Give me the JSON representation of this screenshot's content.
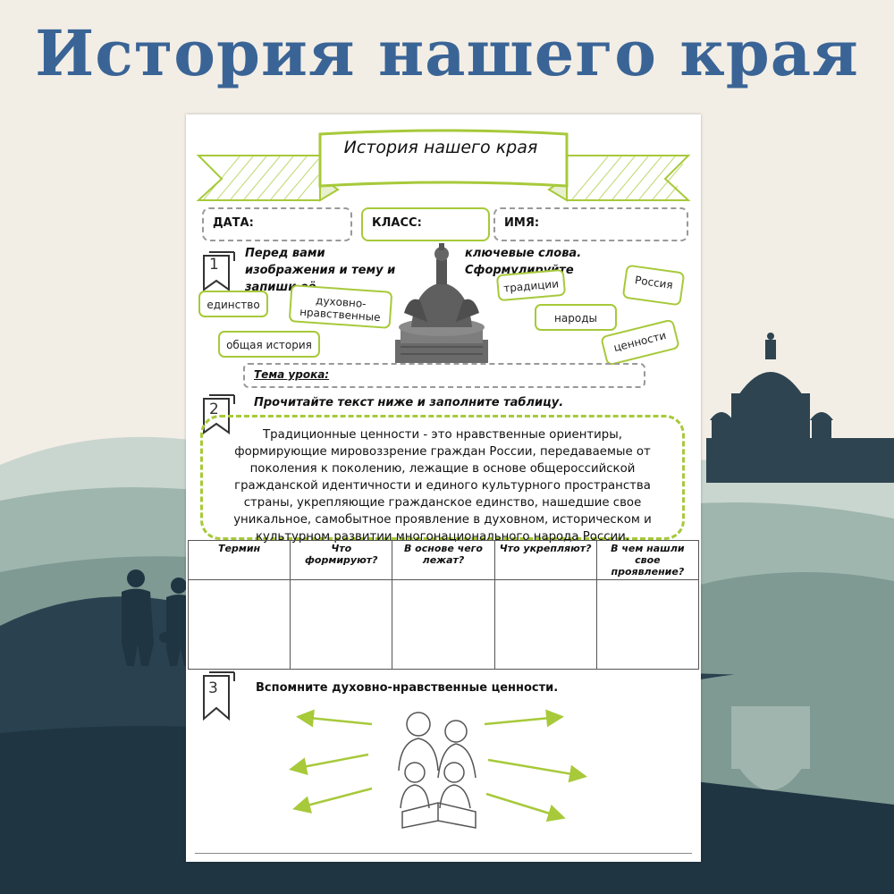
{
  "header": {
    "title": "История нашего края"
  },
  "worksheet": {
    "banner_title": "История нашего края",
    "fields": {
      "date": "ДАТА:",
      "class": "КЛАСС:",
      "name": "ИМЯ:"
    },
    "task1": {
      "number": "1",
      "text_left": "Перед вами изображения и тему и запиши её.",
      "text_right": "ключевые слова. Сформулируйте",
      "keywords": [
        "единство",
        "духовно-нравственные",
        "общая история",
        "традиции",
        "Россия",
        "народы",
        "ценности"
      ],
      "topic_label": "Тема урока:",
      "image": "millennium-of-russia-monument"
    },
    "task2": {
      "number": "2",
      "instruction": "Прочитайте текст ниже и заполните таблицу.",
      "text": "Традиционные ценности - это нравственные ориентиры, формирующие мировоззрение граждан России, передаваемые от поколения к поколению, лежащие в основе общероссийской гражданской идентичности и единого культурного пространства страны, укрепляющие гражданское единство, нашедшие свое уникальное, самобытное проявление в духовном, историческом и культурном развитии многонационального народа России.",
      "table_headers": [
        "Термин",
        "Что формируют?",
        "В основе чего лежат?",
        "Что укрепляют?",
        "В чем нашли свое проявление?"
      ]
    },
    "task3": {
      "number": "3",
      "instruction": "Вспомните духовно-нравственные ценности.",
      "image": "family-reading-book"
    }
  },
  "colors": {
    "title_blue": "#3a6496",
    "accent_green": "#a7c93a",
    "background": "#f2eee6",
    "landscape_dark": "#1f3542"
  }
}
